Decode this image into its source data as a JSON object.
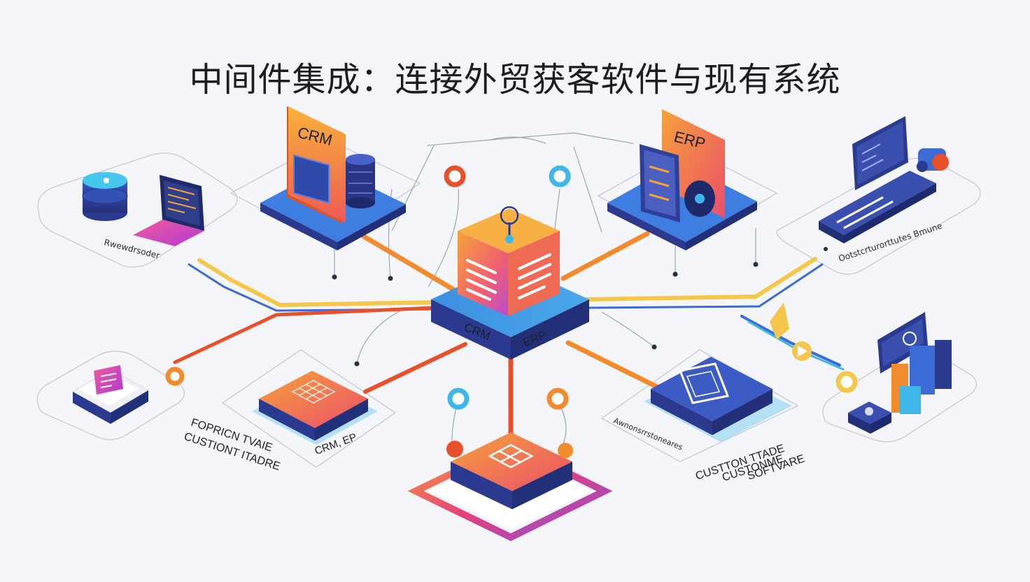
{
  "title": "中间件集成：连接外贸获客软件与现有系统",
  "nodes": {
    "crm": {
      "label": "CRM"
    },
    "erp": {
      "label": "ERP"
    },
    "hub": {
      "label_left": "CRM",
      "label_right": "ERP"
    }
  },
  "labels": {
    "database_laptop": "Rwewdrsoder",
    "top_right_panel": "Ootstcrturorttutes Bmune",
    "bottom_left_lines": [
      "FOPRICN TVAIE",
      "CUSTIONT ITADRE"
    ],
    "bottom_center_small": "CRM, EP",
    "right_center_small": "Awnonsrrstoneares",
    "bottom_right_lines": [
      "CUSTTON TTADE",
      "CUSTONME",
      "SOFTVARE"
    ]
  },
  "colors": {
    "orange": "#f28a2e",
    "red_orange": "#e8502b",
    "navy": "#2b3a8f",
    "blue": "#3c6bd6",
    "cyan": "#3fb6e8",
    "yellow": "#f4c64a",
    "purple": "#8a4fd8",
    "pink": "#e6407a"
  }
}
